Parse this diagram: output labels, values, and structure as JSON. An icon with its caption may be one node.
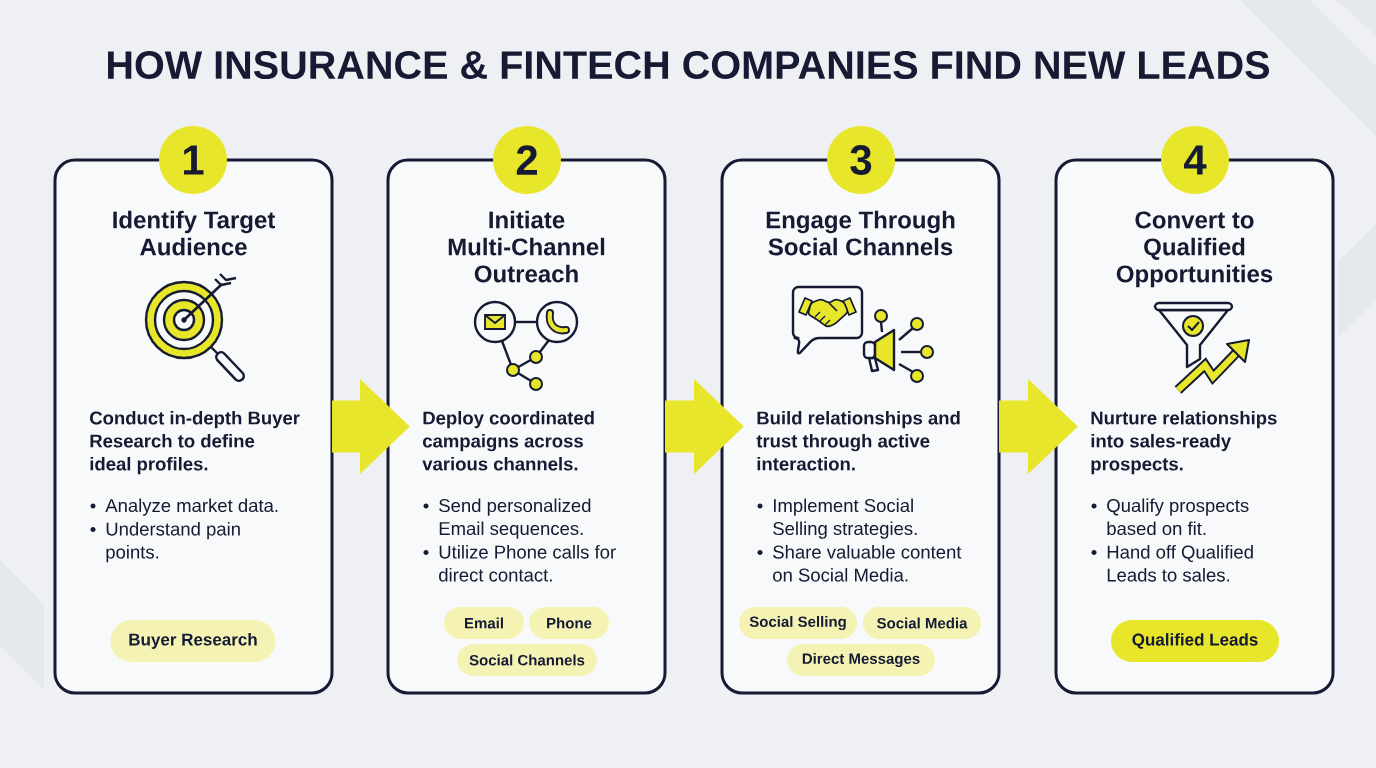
{
  "diagram": {
    "title": "HOW INSURANCE & FINTECH COMPANIES FIND NEW LEADS",
    "nodes": [
      {
        "text": [
          "1"
        ]
      },
      {
        "text": [
          "Identify Target Audience",
          "Conduct in-depth Buyer Research to define ideal profiles.",
          "Analyze market data.",
          "Understand pain points."
        ]
      },
      {
        "text": [
          "Buyer Research"
        ],
        "in": 1
      },
      {
        "text": [
          "2"
        ]
      },
      {
        "text": [
          "Initiate Multi-Channel Outreach",
          "Deploy coordinated campaigns across various channels.",
          "Send personalized Email sequences.",
          "Utilize Phone calls for direct contact."
        ]
      },
      {
        "text": [
          "Email"
        ],
        "in": 4
      },
      {
        "text": [
          "Phone"
        ],
        "in": 4
      },
      {
        "text": [
          "Social Channels"
        ],
        "in": 4
      },
      {
        "text": [
          "3"
        ]
      },
      {
        "text": [
          "Engage Through Social Channels",
          "Build relationships and trust through active interaction.",
          "Implement Social Selling strategies.",
          "Share valuable content on Social Media."
        ]
      },
      {
        "text": [
          "Social Selling"
        ],
        "in": 9
      },
      {
        "text": [
          "Social Media"
        ],
        "in": 9
      },
      {
        "text": [
          "Direct Messages"
        ],
        "in": 9
      },
      {
        "text": [
          "4"
        ]
      },
      {
        "text": [
          "Convert to Qualified Opportunities",
          "Nurture relationships into sales-ready prospects.",
          "Qualify prospects based on fit.",
          "Hand off Qualified Leads to sales."
        ]
      },
      {
        "text": [
          "Qualified Leads"
        ],
        "in": 14
      }
    ],
    "edges": [
      {
        "from": 1,
        "to": 4,
        "arrow": "to"
      },
      {
        "from": 4,
        "to": 9,
        "arrow": "to"
      },
      {
        "from": 9,
        "to": 14,
        "arrow": "to"
      }
    ]
  }
}
